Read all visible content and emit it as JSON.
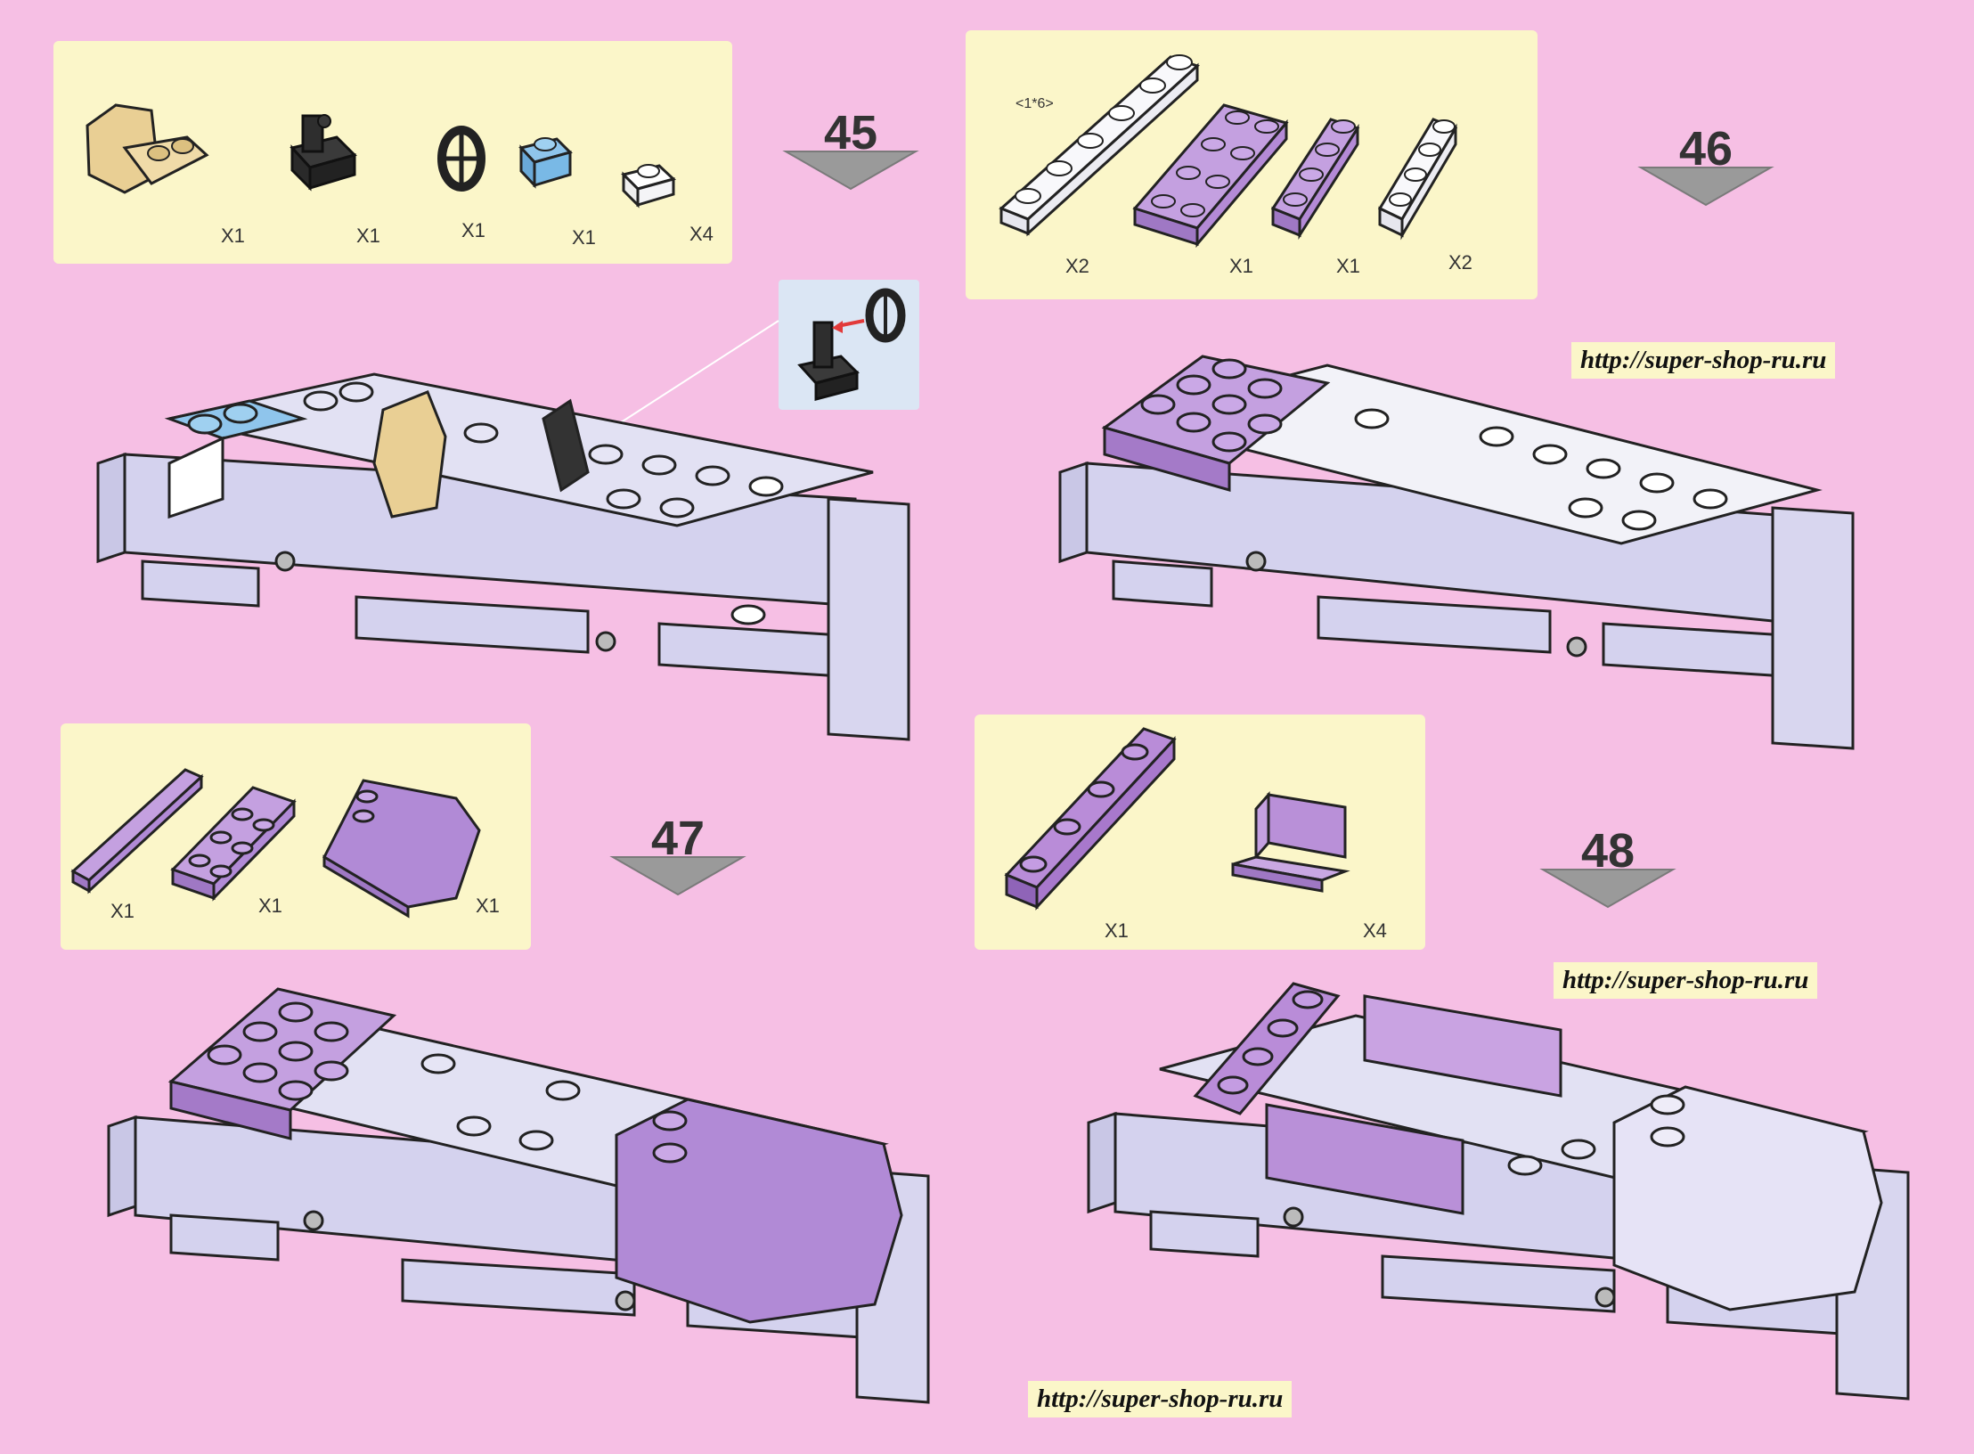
{
  "steps": [
    {
      "number": "45",
      "parts": [
        {
          "name": "seat",
          "color": "#e9cf94",
          "qty": "X1"
        },
        {
          "name": "lever-base",
          "color": "#2e2e2e",
          "qty": "X1"
        },
        {
          "name": "steering-wheel",
          "color": "#2e2e2e",
          "qty": "X1"
        },
        {
          "name": "plate-1x1-blue",
          "color": "#79b9e6",
          "qty": "X1"
        },
        {
          "name": "plate-1x1-white",
          "color": "#f4f4f7",
          "qty": "X4"
        }
      ]
    },
    {
      "number": "46",
      "size_label": "<1*6>",
      "parts": [
        {
          "name": "plate-1x6-white",
          "color": "#f4f4f7",
          "qty": "X2"
        },
        {
          "name": "plate-2x4-purple",
          "color": "#b990d8",
          "qty": "X1"
        },
        {
          "name": "plate-1x4-purple",
          "color": "#b990d8",
          "qty": "X1"
        },
        {
          "name": "plate-1x4-white",
          "color": "#f4f4f7",
          "qty": "X2"
        }
      ]
    },
    {
      "number": "47",
      "parts": [
        {
          "name": "tile-1x4-purple",
          "color": "#b18ad6",
          "qty": "X1"
        },
        {
          "name": "plate-2x3-purple",
          "color": "#b18ad6",
          "qty": "X1"
        },
        {
          "name": "hood-slope-purple",
          "color": "#b18ad6",
          "qty": "X1"
        }
      ]
    },
    {
      "number": "48",
      "parts": [
        {
          "name": "plate-1x4-purple",
          "color": "#a878cc",
          "qty": "X1"
        },
        {
          "name": "panel-purple",
          "color": "#b990d8",
          "qty": "X4"
        }
      ]
    }
  ],
  "watermark": "http://super-shop-ru.ru",
  "colors": {
    "background": "#f6bfe4",
    "parts_box": "#fbf6c9",
    "chassis": "#d4d2ee",
    "purple": "#b58fd6",
    "arrow": "#9a9a9a"
  }
}
